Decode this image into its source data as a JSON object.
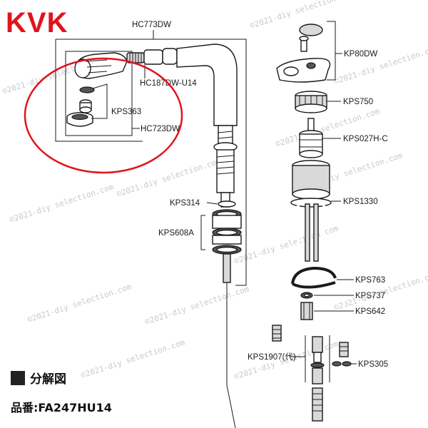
{
  "brand": "KVK",
  "section_title": "分解図",
  "model": "品番:FA247HU14",
  "watermark": "©2021-diy selection.com",
  "labels": {
    "hc773dw": "HC773DW",
    "hc187dw": "HC187DW-U14",
    "kps363": "KPS363",
    "hc723dw": "HC723DW",
    "kps314": "KPS314",
    "kps608a": "KPS608A",
    "kp80dw": "KP80DW",
    "kps750": "KPS750",
    "kps027h": "KPS027H-C",
    "kps1330": "KPS1330",
    "kps763": "KPS763",
    "kps737": "KPS737",
    "kps642": "KPS642",
    "kps1907": "KPS1907(代)",
    "kps305": "KPS305"
  },
  "colors": {
    "brand_red": "#e1141e",
    "highlight_circle": "#e1141e",
    "ink": "#1a1a1a",
    "watermark": "#c9c9c9"
  }
}
